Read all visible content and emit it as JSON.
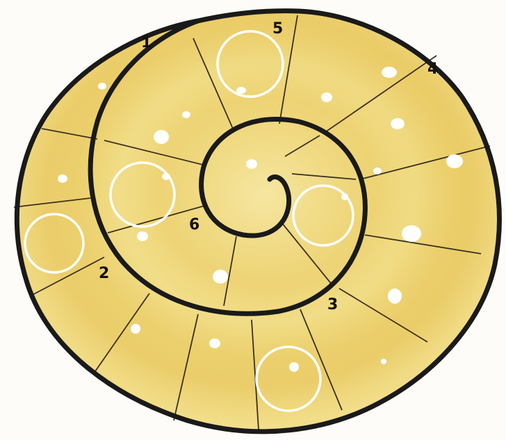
{
  "diagram": {
    "labels": [
      "1",
      "2",
      "3",
      "4",
      "5",
      "6"
    ],
    "colors": {
      "background": "#fdfcf8",
      "shell_fill": "#f4e292",
      "shell_shade": "#e6c55e",
      "outline": "#1a1a1a",
      "dots": "#ffffff"
    }
  }
}
